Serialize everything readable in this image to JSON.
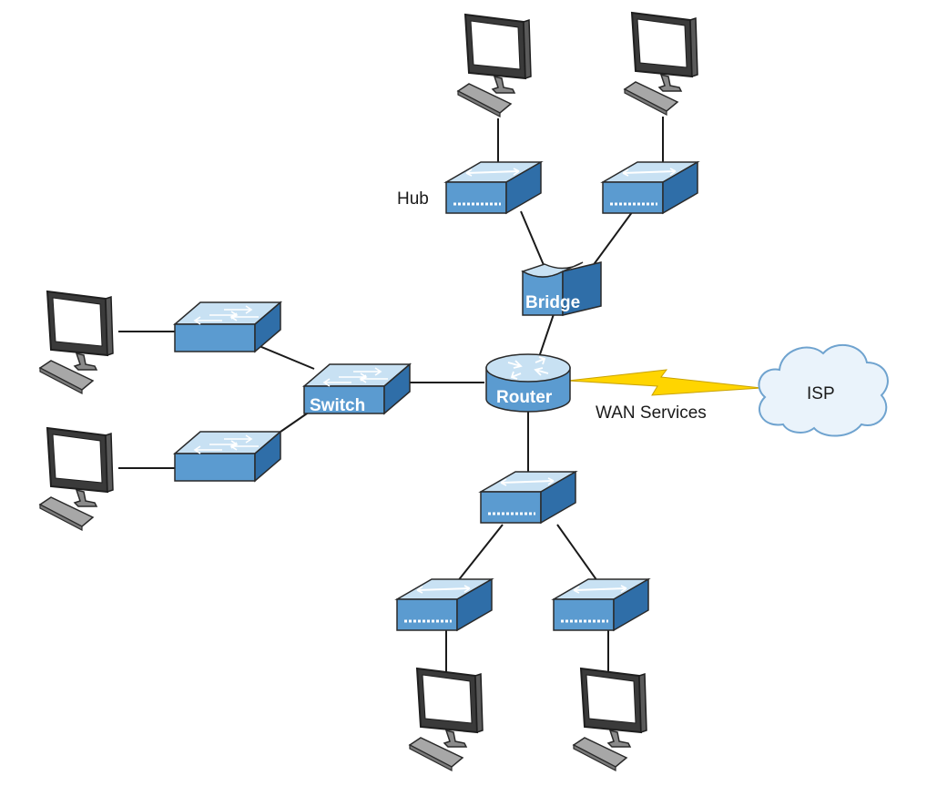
{
  "labels": {
    "hub": "Hub",
    "bridge": "Bridge",
    "switch": "Switch",
    "router": "Router",
    "wan": "WAN Services",
    "isp": "ISP"
  },
  "colors": {
    "device_top": "#c8e1f3",
    "device_front": "#5b9bd0",
    "device_side": "#2f6ea8",
    "stroke": "#2a2a2a",
    "monitor_body": "#3a3a3a",
    "monitor_screen": "#ffffff",
    "keyboard": "#a7a7a7",
    "cloud_fill": "#eaf3fb",
    "cloud_stroke": "#6fa3cf",
    "lightning": "#ffd500"
  },
  "icons": {
    "computer": "computer-icon",
    "hub": "hub-icon",
    "switch": "switch-icon",
    "bridge": "bridge-icon",
    "router": "router-icon",
    "cloud": "cloud-icon",
    "wan_link": "lightning-bolt-icon"
  }
}
